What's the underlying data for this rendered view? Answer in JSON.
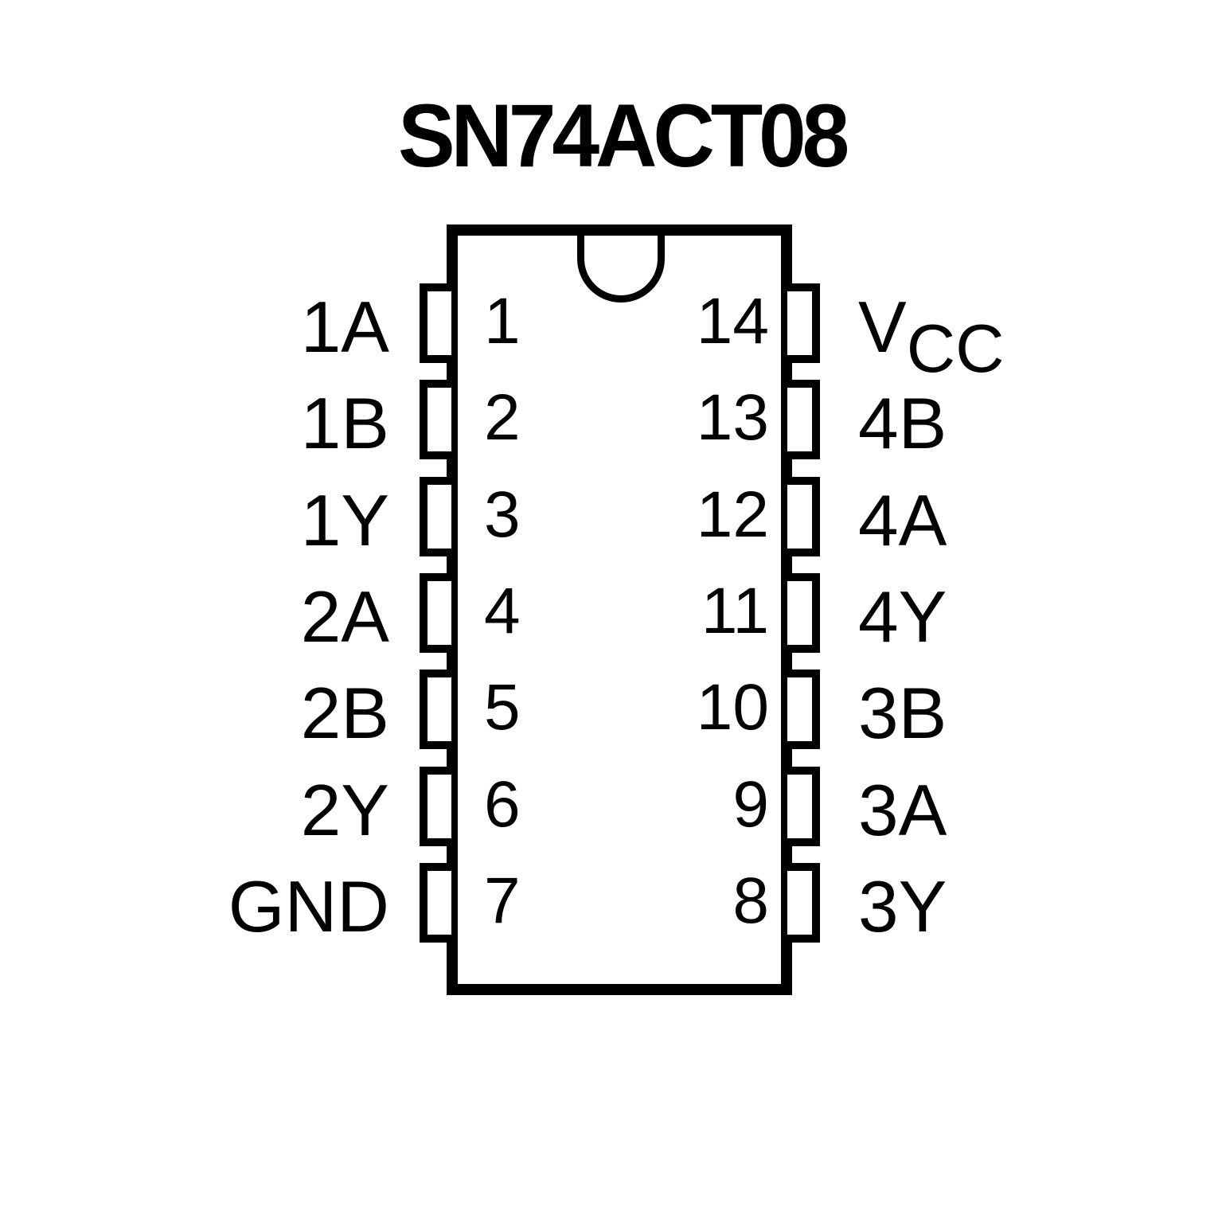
{
  "title": "SN74ACT08",
  "colors": {
    "ink": "#010101",
    "background": "#ffffff"
  },
  "chip": {
    "package_pin_count": 14,
    "pins": {
      "left": [
        {
          "number": "1",
          "label": "1A"
        },
        {
          "number": "2",
          "label": "1B"
        },
        {
          "number": "3",
          "label": "1Y"
        },
        {
          "number": "4",
          "label": "2A"
        },
        {
          "number": "5",
          "label": "2B"
        },
        {
          "number": "6",
          "label": "2Y"
        },
        {
          "number": "7",
          "label": "GND"
        }
      ],
      "right": [
        {
          "number": "14",
          "label_base": "V",
          "label_sub": "CC"
        },
        {
          "number": "13",
          "label_base": "4B",
          "label_sub": ""
        },
        {
          "number": "12",
          "label_base": "4A",
          "label_sub": ""
        },
        {
          "number": "11",
          "label_base": "4Y",
          "label_sub": ""
        },
        {
          "number": "10",
          "label_base": "3B",
          "label_sub": ""
        },
        {
          "number": "9",
          "label_base": "3A",
          "label_sub": ""
        },
        {
          "number": "8",
          "label_base": "3Y",
          "label_sub": ""
        }
      ]
    }
  }
}
